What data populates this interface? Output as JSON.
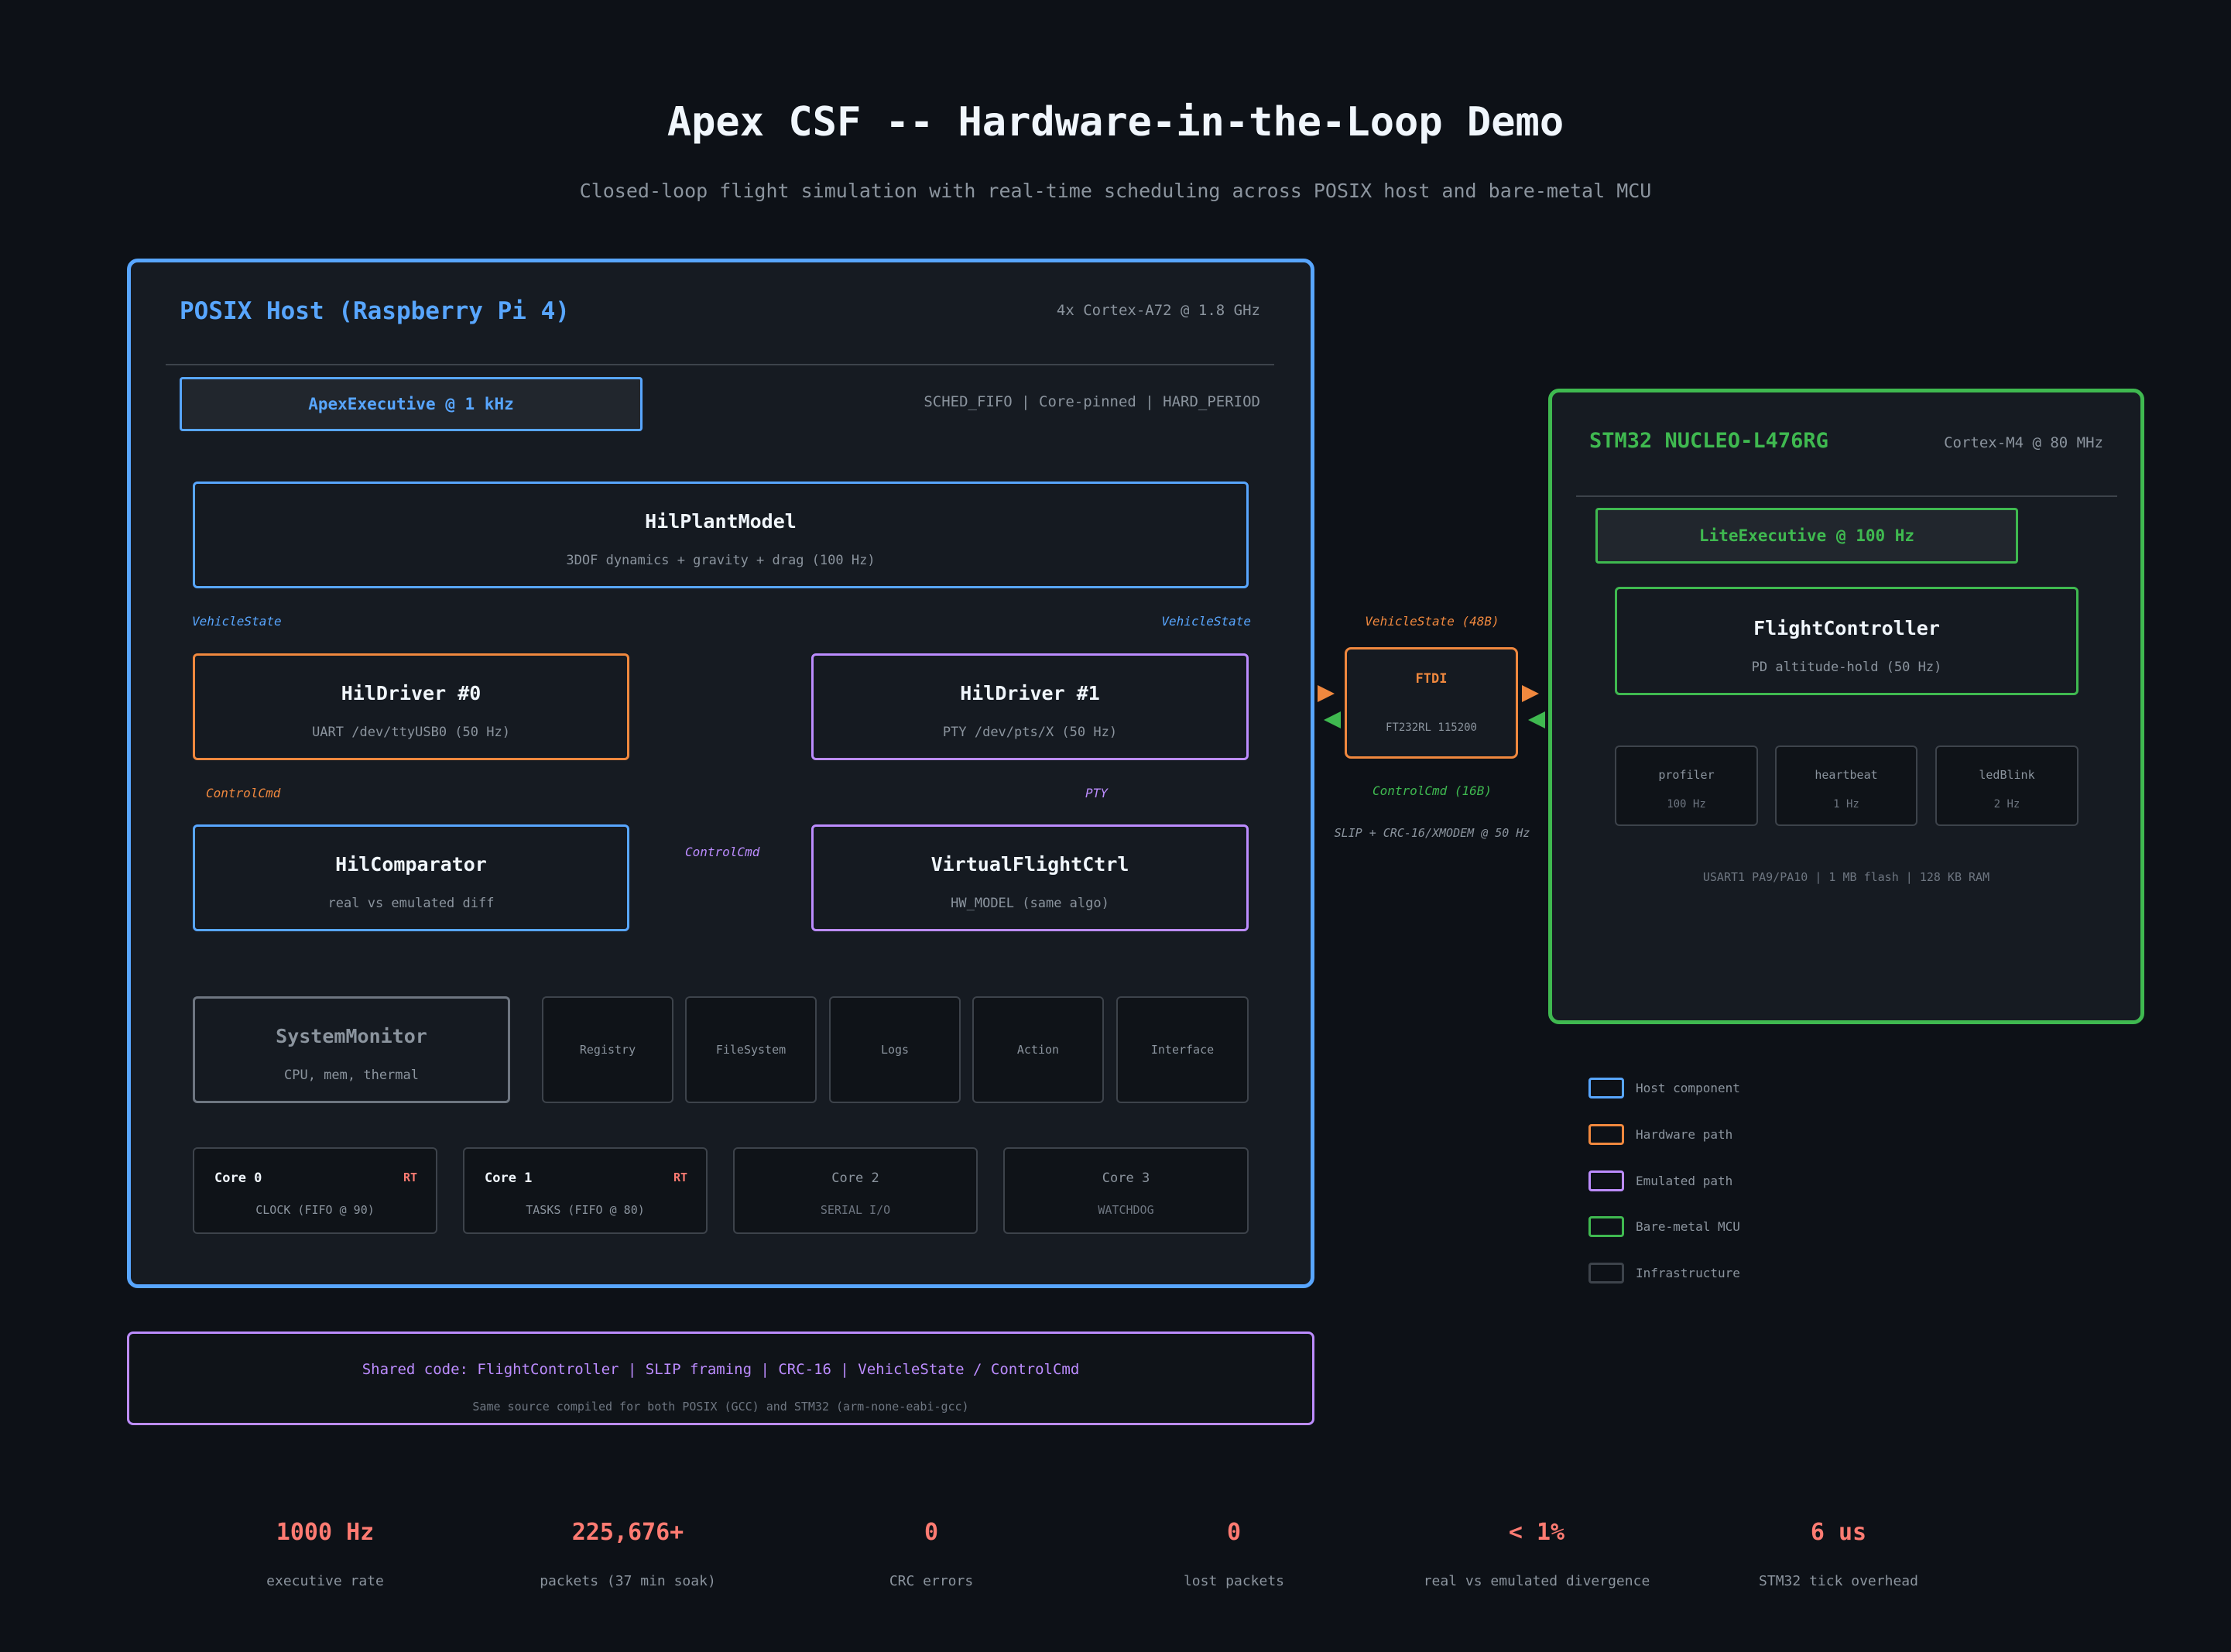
{
  "title": "Apex CSF  --  Hardware-in-the-Loop Demo",
  "subtitle": "Closed-loop flight simulation with real-time scheduling across POSIX host and bare-metal MCU",
  "colors": {
    "host": "#58a6ff",
    "hardware": "#f0883e",
    "emulated": "#bc8cff",
    "mcu": "#3fb950",
    "infra": "#3d434b",
    "stat": "#ff7b72"
  },
  "host": {
    "title": "POSIX Host  (Raspberry Pi 4)",
    "cpu": "4x Cortex-A72 @ 1.8 GHz",
    "executive": "ApexExecutive @ 1 kHz",
    "sched": "SCHED_FIFO | Core-pinned | HARD_PERIOD",
    "plant": {
      "name": "HilPlantModel",
      "desc": "3DOF dynamics + gravity + drag  (100 Hz)"
    },
    "driver0": {
      "name": "HilDriver #0",
      "desc": "UART /dev/ttyUSB0  (50 Hz)"
    },
    "driver1": {
      "name": "HilDriver #1",
      "desc": "PTY /dev/pts/X  (50 Hz)"
    },
    "comparator": {
      "name": "HilComparator",
      "desc": "real vs emulated diff"
    },
    "vfc": {
      "name": "VirtualFlightCtrl",
      "desc": "HW_MODEL  (same algo)"
    },
    "sysmon": {
      "name": "SystemMonitor",
      "desc": "CPU, mem, thermal"
    },
    "infra": [
      "Registry",
      "FileSystem",
      "Logs",
      "Action",
      "Interface"
    ],
    "labels": {
      "vs_left": "VehicleState",
      "vs_right": "VehicleState",
      "cc_left": "ControlCmd",
      "pty": "PTY",
      "cc_mid": "ControlCmd"
    },
    "cores": [
      {
        "name": "Core 0",
        "role": "CLOCK  (FIFO @ 90)",
        "badge": "RT"
      },
      {
        "name": "Core 1",
        "role": "TASKS  (FIFO @ 80)",
        "badge": "RT"
      },
      {
        "name": "Core 2",
        "role": "SERIAL I/O",
        "badge": ""
      },
      {
        "name": "Core 3",
        "role": "WATCHDOG",
        "badge": ""
      }
    ]
  },
  "ftdi": {
    "name": "FTDI",
    "desc": "FT232RL  115200",
    "top_label": "VehicleState (48B)",
    "bottom_label": "ControlCmd (16B)",
    "protocol": "SLIP + CRC-16/XMODEM @ 50 Hz"
  },
  "mcu": {
    "title": "STM32 NUCLEO-L476RG",
    "cpu": "Cortex-M4 @ 80 MHz",
    "executive": "LiteExecutive @ 100 Hz",
    "fc": {
      "name": "FlightController",
      "desc": "PD altitude-hold  (50 Hz)"
    },
    "tasks": [
      {
        "name": "profiler",
        "rate": "100 Hz"
      },
      {
        "name": "heartbeat",
        "rate": "1 Hz"
      },
      {
        "name": "ledBlink",
        "rate": "2 Hz"
      }
    ],
    "footer": "USART1 PA9/PA10 | 1 MB flash | 128 KB RAM"
  },
  "legend": [
    {
      "label": "Host component",
      "color": "#58a6ff"
    },
    {
      "label": "Hardware path",
      "color": "#f0883e"
    },
    {
      "label": "Emulated path",
      "color": "#bc8cff"
    },
    {
      "label": "Bare-metal MCU",
      "color": "#3fb950"
    },
    {
      "label": "Infrastructure",
      "color": "#3d434b"
    }
  ],
  "shared": {
    "line1": "Shared code:  FlightController | SLIP framing | CRC-16 | VehicleState / ControlCmd",
    "line2": "Same source compiled for both POSIX (GCC) and STM32 (arm-none-eabi-gcc)"
  },
  "stats": [
    {
      "value": "1000 Hz",
      "label": "executive rate"
    },
    {
      "value": "225,676+",
      "label": "packets (37 min soak)"
    },
    {
      "value": "0",
      "label": "CRC errors"
    },
    {
      "value": "0",
      "label": "lost packets"
    },
    {
      "value": "< 1%",
      "label": "real vs emulated divergence"
    },
    {
      "value": "6 us",
      "label": "STM32 tick overhead"
    }
  ]
}
